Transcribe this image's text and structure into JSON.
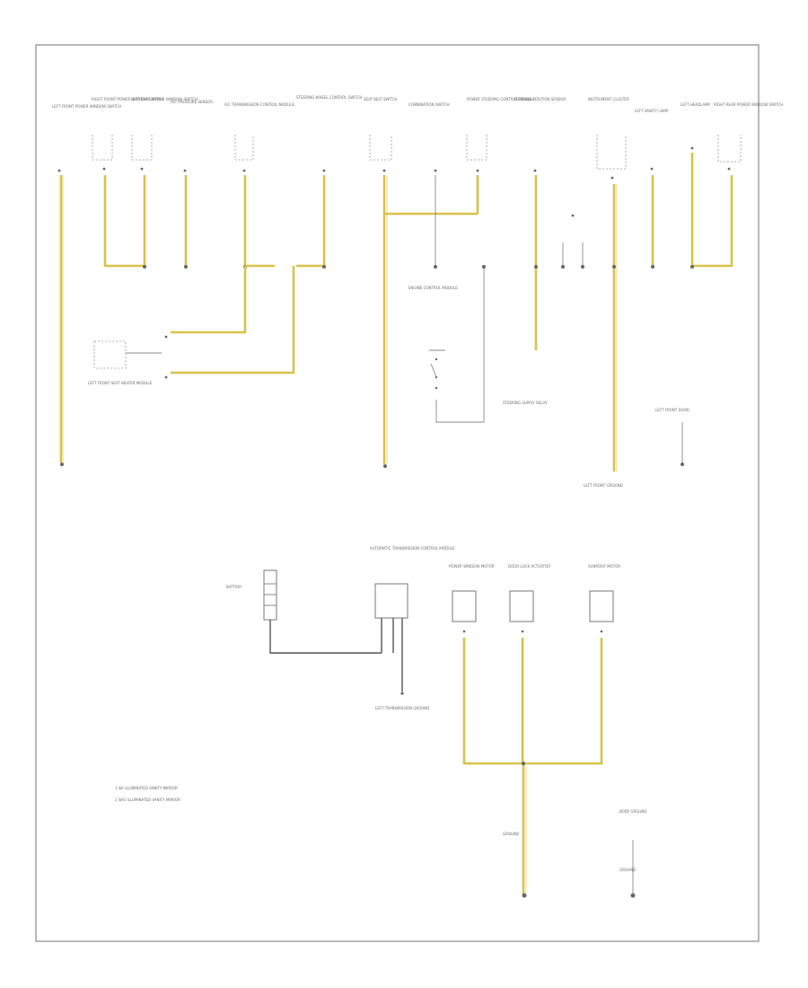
{
  "page_number": "",
  "legend": {
    "line1": "1  W/ ILLUMINATED VANITY MIRROR",
    "line2": "2  W/O ILLUMINATED VANITY MIRROR"
  },
  "components": {
    "c1": "LEFT FRONT POWER WINDOW SWITCH",
    "c2": "RIGHT FRONT POWER WINDOW SWITCH",
    "c3": "LEFT REAR POWER WINDOW SWITCH",
    "c4": "A/C PRESSURE SENSOR",
    "c5": "A/C TRANSMISSION CONTROL MODULE",
    "c6": "STEERING WHEEL CONTROL SWITCH",
    "c7": "SEAT BELT SWITCH",
    "c8": "COMBINATION SWITCH",
    "c9": "POWER STEERING CONTROL MODULE",
    "c10": "STEERING POSITION SENSOR",
    "c11": "INSTRUMENT CLUSTER",
    "c12": "LEFT VANITY LAMP",
    "c13": "LEFT HEADLAMP",
    "c14": "RIGHT REAR POWER WINDOW SWITCH",
    "c15": "LEFT FRONT SEAT HEATER MODULE",
    "c16": "ENGINE CONTROL MODULE",
    "c17": "STEERING SUPPLY RELAY",
    "c18": "BATTERY",
    "c19": "AUTOMATIC TRANSMISSION CONTROL MODULE",
    "c20": "POWER WINDOW MOTOR",
    "c21": "DOOR LOCK ACTUATOR",
    "c22": "SUNROOF MOTOR",
    "c23": "LEFT FRONT GROUND",
    "c24": "LEFT FRONT DOOR",
    "c25": "GROUND",
    "c26": "GROUND",
    "c27": "BODY GROUND",
    "c28": "LEFT TRANSMISSION GROUND"
  }
}
